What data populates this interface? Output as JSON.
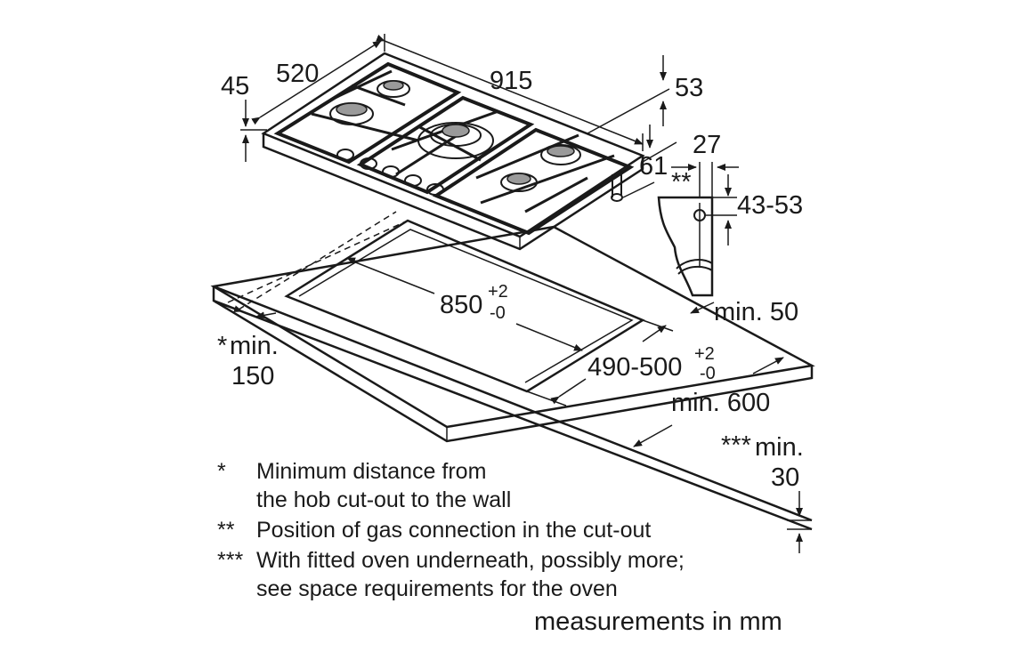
{
  "dimensions": {
    "width_920": "915",
    "depth_520": "520",
    "height_45": "45",
    "height_53": "53",
    "offset_61": "61",
    "gas_27": "27",
    "gas_height": "43-53",
    "gas_marker": "**",
    "cutout_width": "850",
    "cutout_width_tol_plus": "+2",
    "cutout_width_tol_minus": "-0",
    "cutout_depth": "490-500",
    "cutout_depth_tol_plus": "+2",
    "cutout_depth_tol_minus": "-0",
    "wall_distance_marker": "*",
    "wall_distance_min": "min.",
    "wall_distance_value": "150",
    "front_min": "min. 50",
    "worktop_depth": "min. 600",
    "worktop_thickness_marker": "***",
    "worktop_thickness_min": "min.",
    "worktop_thickness_value": "30"
  },
  "notes": [
    {
      "marker": "*",
      "lines": [
        "Minimum distance from",
        "the hob cut-out to the wall"
      ]
    },
    {
      "marker": "**",
      "lines": [
        "Position of gas connection in the cut-out"
      ]
    },
    {
      "marker": "***",
      "lines": [
        "With fitted oven underneath, possibly more;",
        "see space requirements for the oven"
      ]
    }
  ],
  "units_label": "measurements in mm"
}
